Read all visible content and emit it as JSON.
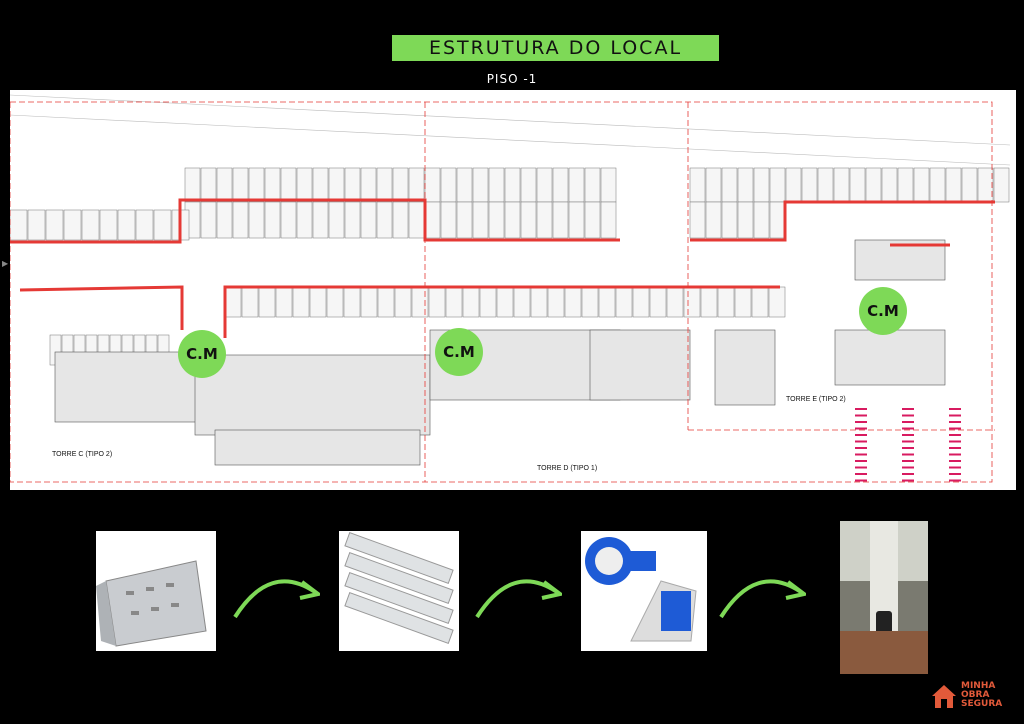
{
  "header": {
    "title": "ESTRUTURA DO LOCAL",
    "subtitle": "PISO -1"
  },
  "plan": {
    "towers": [
      "TORRE C (TIPO 2)",
      "TORRE D (TIPO 1)",
      "TORRE E (TIPO 2)"
    ],
    "markers": [
      "C.M",
      "C.M",
      "C.M"
    ]
  },
  "steps": [
    "cable-tray",
    "steel-conduits",
    "industrial-plug-socket",
    "ev-charger-installed"
  ],
  "logo": {
    "line1": "MINHA",
    "line2": "OBRA",
    "line3": "SEGURA"
  },
  "colors": {
    "accent": "#7ed957",
    "route": "#e53935",
    "logo": "#e25a3a"
  }
}
